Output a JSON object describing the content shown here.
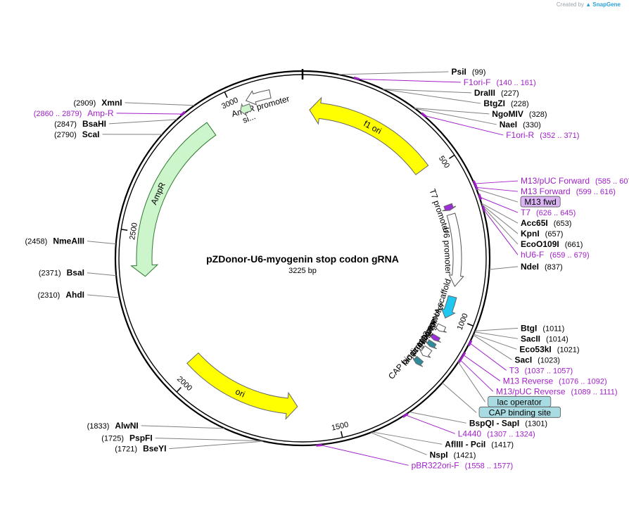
{
  "credit": {
    "prefix": "Created by",
    "brand": "SnapGene"
  },
  "plasmid": {
    "name": "pZDonor-U6-myogenin stop codon gRNA",
    "size_label": "3225 bp",
    "length_bp": 3225
  },
  "ticks": [
    {
      "label": "500",
      "bp": 500
    },
    {
      "label": "1000",
      "bp": 1000
    },
    {
      "label": "1500",
      "bp": 1500
    },
    {
      "label": "2000",
      "bp": 2000
    },
    {
      "label": "2500",
      "bp": 2500
    },
    {
      "label": "3000",
      "bp": 3000
    }
  ],
  "features": [
    {
      "name": "f1 ori",
      "color": "#ffff00",
      "start": 24,
      "end": 480,
      "strand": "-"
    },
    {
      "name": "ori",
      "color": "#ffff00",
      "start": 1630,
      "end": 2040,
      "strand": "-"
    },
    {
      "name": "AmpR",
      "color": "#ccf5cc",
      "start": 2910,
      "end": 2360,
      "strand": "-"
    },
    {
      "name": "AmpR promoter",
      "color": "#ffffff",
      "start": 3125,
      "end": 3048,
      "strand": "-"
    },
    {
      "name": "si...",
      "color": "#ccf5cc",
      "start": 3055,
      "end": 3020,
      "strand": "-"
    },
    {
      "name": "T7 promoter",
      "color": "#9a2fd8",
      "start": 626,
      "end": 645,
      "strand": "+"
    },
    {
      "name": "U6 promoter",
      "color": "#ffffff",
      "start": 659,
      "end": 900,
      "strand": "+"
    },
    {
      "name": "gRNA scaffold",
      "color": "#1ec8f0",
      "start": 935,
      "end": 1010,
      "strand": "+"
    },
    {
      "name": "T3 promoter",
      "color": "#ffffff",
      "start": 1037,
      "end": 1057,
      "strand": "+"
    },
    {
      "name": "M13 rev",
      "color": "#9a2fd8",
      "start": 1076,
      "end": 1092,
      "strand": "+"
    },
    {
      "name": "lac operator",
      "color": "#2f8c9c",
      "start": 1100,
      "end": 1117,
      "strand": "+"
    },
    {
      "name": "lac promoter",
      "color": "#ffffff",
      "start": 1125,
      "end": 1155,
      "strand": "+"
    },
    {
      "name": "CAP binding site",
      "color": "#2f8c9c",
      "start": 1170,
      "end": 1190,
      "strand": "+"
    }
  ],
  "labels": [
    {
      "name": "PsiI",
      "pos": "(99)",
      "kind": "enzyme",
      "bp": 99
    },
    {
      "name": "F1ori-F",
      "pos": "(140 .. 161)",
      "kind": "primer",
      "bp": 150
    },
    {
      "name": "DraIII",
      "pos": "(227)",
      "kind": "enzyme",
      "bp": 227
    },
    {
      "name": "BtgZI",
      "pos": "(228)",
      "kind": "enzyme",
      "bp": 228
    },
    {
      "name": "NgoMIV",
      "pos": "(328)",
      "kind": "enzyme",
      "bp": 328
    },
    {
      "name": "NaeI",
      "pos": "(330)",
      "kind": "enzyme",
      "bp": 330
    },
    {
      "name": "F1ori-R",
      "pos": "(352 .. 371)",
      "kind": "primer",
      "bp": 361
    },
    {
      "name": "M13/pUC Forward",
      "pos": "(585 .. 607)",
      "kind": "primer",
      "bp": 596
    },
    {
      "name": "M13 Forward",
      "pos": "(599 .. 616)",
      "kind": "primer",
      "bp": 607
    },
    {
      "name": "M13 fwd",
      "pos": "",
      "kind": "boxed-purple",
      "bp": 612
    },
    {
      "name": "T7",
      "pos": "(626 .. 645)",
      "kind": "primer",
      "bp": 635
    },
    {
      "name": "Acc65I",
      "pos": "(653)",
      "kind": "enzyme",
      "bp": 653
    },
    {
      "name": "KpnI",
      "pos": "(657)",
      "kind": "enzyme",
      "bp": 657
    },
    {
      "name": "hU6-F",
      "pos": "(659 .. 679)",
      "kind": "primer",
      "bp": 669
    },
    {
      "name": "EcoO109I",
      "pos": "(661)",
      "kind": "enzyme",
      "bp": 661
    },
    {
      "name": "NdeI",
      "pos": "(837)",
      "kind": "enzyme",
      "bp": 837
    },
    {
      "name": "BtgI",
      "pos": "(1011)",
      "kind": "enzyme",
      "bp": 1011
    },
    {
      "name": "SacII",
      "pos": "(1014)",
      "kind": "enzyme",
      "bp": 1014
    },
    {
      "name": "Eco53kI",
      "pos": "(1021)",
      "kind": "enzyme",
      "bp": 1021
    },
    {
      "name": "SacI",
      "pos": "(1023)",
      "kind": "enzyme",
      "bp": 1023
    },
    {
      "name": "T3",
      "pos": "(1037 .. 1057)",
      "kind": "primer",
      "bp": 1047
    },
    {
      "name": "M13 Reverse",
      "pos": "(1076 .. 1092)",
      "kind": "primer",
      "bp": 1084
    },
    {
      "name": "lac operator",
      "pos": "",
      "kind": "boxed-teal",
      "bp": 1108
    },
    {
      "name": "M13/pUC Reverse",
      "pos": "(1089 .. 1111)",
      "kind": "primer",
      "bp": 1100
    },
    {
      "name": "CAP binding site",
      "pos": "",
      "kind": "boxed-teal",
      "bp": 1180
    },
    {
      "name": "BspQI - SapI",
      "pos": "(1301)",
      "kind": "enzyme",
      "bp": 1301
    },
    {
      "name": "L4440",
      "pos": "(1307 .. 1324)",
      "kind": "primer",
      "bp": 1315
    },
    {
      "name": "AflIII - PciI",
      "pos": "(1417)",
      "kind": "enzyme",
      "bp": 1417
    },
    {
      "name": "NspI",
      "pos": "(1421)",
      "kind": "enzyme",
      "bp": 1421
    },
    {
      "name": "pBR322ori-F",
      "pos": "(1558 .. 1577)",
      "kind": "primer",
      "bp": 1567
    },
    {
      "name": "BseYI",
      "pos": "(1721)",
      "kind": "enzyme",
      "bp": 1721
    },
    {
      "name": "PspFI",
      "pos": "(1725)",
      "kind": "enzyme",
      "bp": 1725
    },
    {
      "name": "AlwNI",
      "pos": "(1833)",
      "kind": "enzyme",
      "bp": 1833
    },
    {
      "name": "AhdI",
      "pos": "(2310)",
      "kind": "enzyme",
      "bp": 2310
    },
    {
      "name": "BsaI",
      "pos": "(2371)",
      "kind": "enzyme",
      "bp": 2371
    },
    {
      "name": "NmeAIII",
      "pos": "(2458)",
      "kind": "enzyme",
      "bp": 2458
    },
    {
      "name": "ScaI",
      "pos": "(2790)",
      "kind": "enzyme",
      "bp": 2790
    },
    {
      "name": "BsaHI",
      "pos": "(2847)",
      "kind": "enzyme",
      "bp": 2847
    },
    {
      "name": "Amp-R",
      "pos": "(2860 .. 2879)",
      "kind": "primer",
      "bp": 2870
    },
    {
      "name": "XmnI",
      "pos": "(2909)",
      "kind": "enzyme",
      "bp": 2909
    }
  ],
  "colors": {
    "backbone": "#000000",
    "enzyme_text": "#000000",
    "primer_text": "#a020c8",
    "purple_box": "#d9b3f2",
    "teal_box": "#a9dbe3",
    "leader": "#808080"
  }
}
